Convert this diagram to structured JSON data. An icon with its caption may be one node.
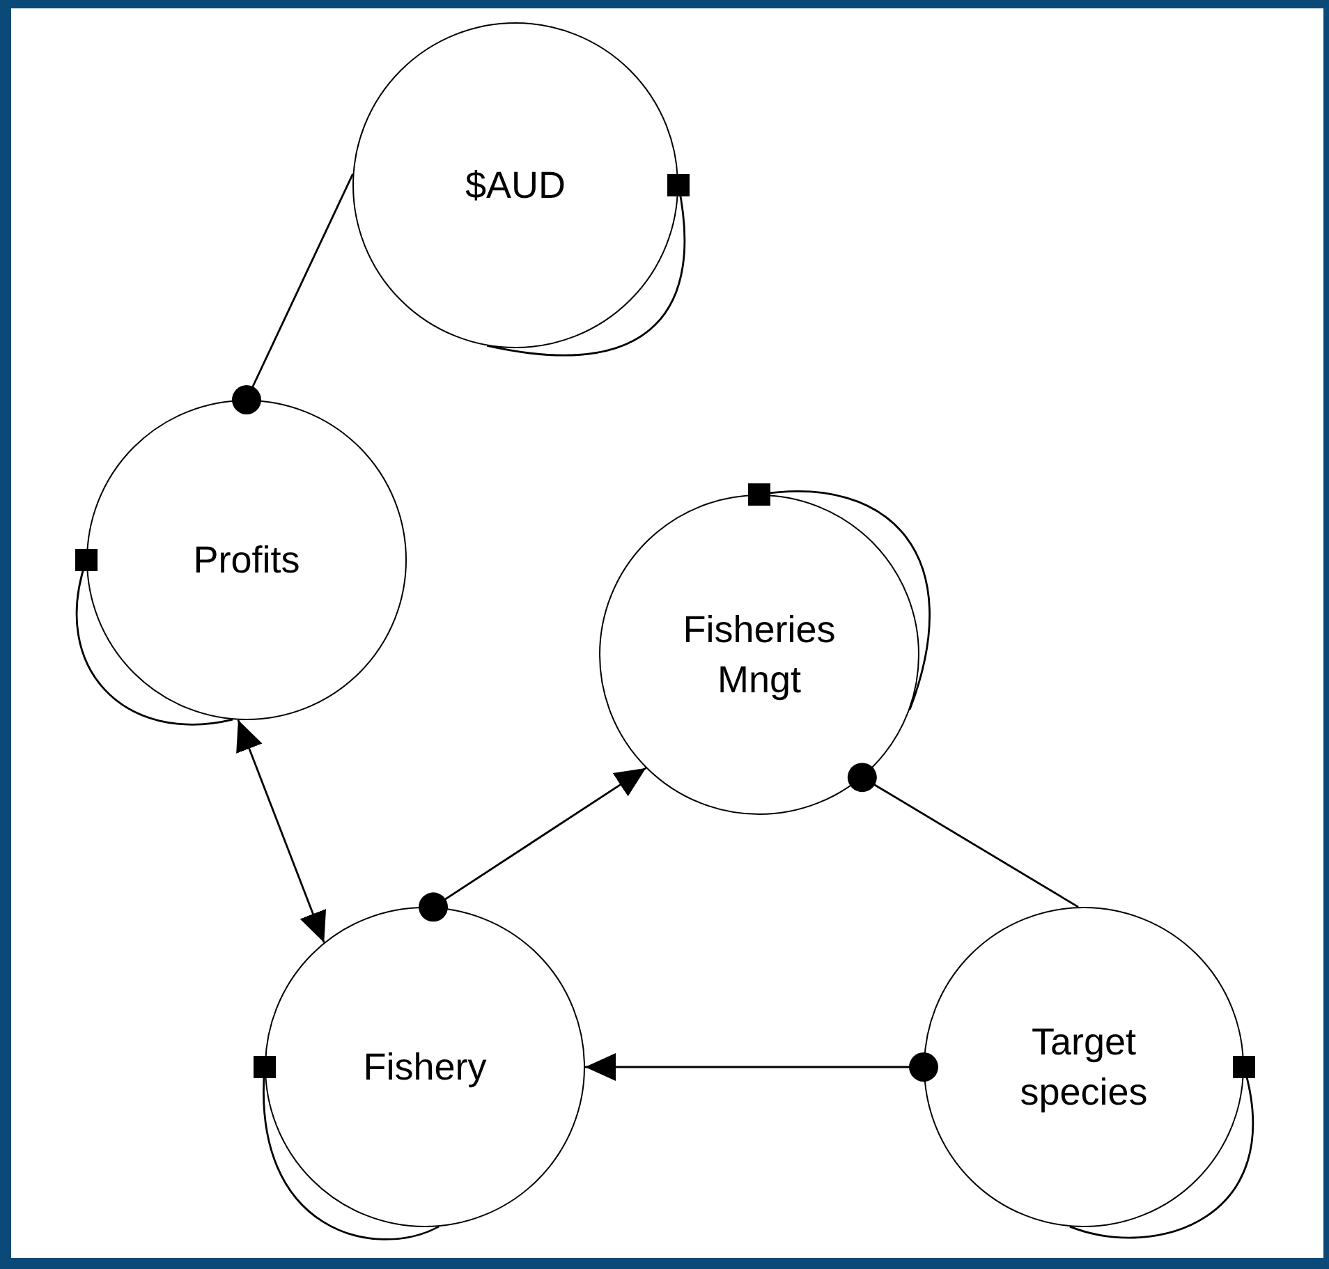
{
  "diagram": {
    "nodes": [
      {
        "text": [
          "$AUD"
        ]
      },
      {
        "text": [
          "Profits"
        ]
      },
      {
        "text": [
          "Fisheries Mngt"
        ]
      },
      {
        "text": [
          "Fishery"
        ]
      },
      {
        "text": [
          "Target species"
        ]
      }
    ],
    "edges": [
      {
        "from": 0,
        "to": 1,
        "arrow": "other"
      },
      {
        "from": 0,
        "to": 0,
        "arrow": "other"
      },
      {
        "from": 1,
        "to": 1,
        "arrow": "other"
      },
      {
        "from": 1,
        "to": 3,
        "arrow": "both"
      },
      {
        "from": 3,
        "to": 2,
        "arrow": "to"
      },
      {
        "from": 2,
        "to": 2,
        "arrow": "other"
      },
      {
        "from": 4,
        "to": 2,
        "arrow": "other"
      },
      {
        "from": 4,
        "to": 3,
        "arrow": "to"
      },
      {
        "from": 3,
        "to": 3,
        "arrow": "other"
      },
      {
        "from": 4,
        "to": 4,
        "arrow": "other"
      }
    ]
  }
}
